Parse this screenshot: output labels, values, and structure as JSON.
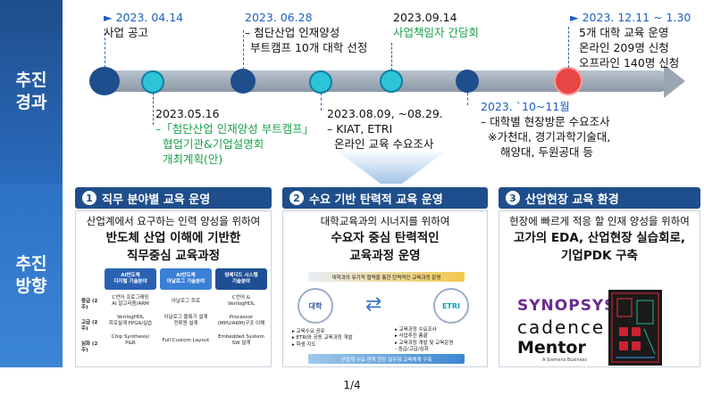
{
  "side_labels": {
    "top": [
      "추진",
      "경과"
    ],
    "bottom": [
      "추진",
      "방향"
    ]
  },
  "timeline": {
    "events_above": [
      {
        "date": "► 2023. 04.14",
        "lines": [
          "사업 공고"
        ]
      },
      {
        "date": "2023. 06.28",
        "lines": [
          "– 첨단산업 인재양성",
          "  부트캠프 10개 대학 선정"
        ]
      },
      {
        "date": "2023.09.14",
        "lines": [
          "사업책임자 간담회"
        ]
      },
      {
        "date": "► 2023. 12.11 ~ 1.30",
        "lines": [
          "5개 대학 교육 운영",
          "온라인 209명 신청",
          "오프라인 140명 신청"
        ]
      }
    ],
    "events_below": [
      {
        "date": "2023.05.16",
        "lines": [
          "–「첨단산업 인재양성 부트캠프」",
          "  협업기관&기업설명회",
          "  개최계획(안)"
        ]
      },
      {
        "date": "2023.08.09, ~08.29.",
        "lines": [
          "– KIAT, ETRI",
          "  온라인 교육 수요조사"
        ]
      },
      {
        "date": "2023. `10~11월",
        "lines": [
          "– 대학별 현장방문 수요조사",
          "  ※가천대, 경기과학기술대,",
          "    해양대, 두원공대 등"
        ]
      }
    ]
  },
  "panels": [
    {
      "num": "1",
      "title": "직무 분야별 교육 운영",
      "sub": "산업계에서 요구하는 인력 양성을 위하여",
      "main": [
        "반도체 산업 이해에 기반한",
        "직무중심 교육과정"
      ],
      "table": {
        "headers": [
          "AI반도체\n디지털 기술분야",
          "AI반도체\n아날로그 기술분야",
          "임베디드 시스템\n기술분야"
        ],
        "rows": [
          {
            "label": "중급 (2주)",
            "cells": [
              "C언어 프로그래밍\nAI 알고리즘/ARM",
              "아날로그 회로",
              "C언어 &\nVerilogHDL"
            ]
          },
          {
            "label": "고급 (2주)",
            "cells": [
              "VerilogHDL\n회로설계 FPGA/실습",
              "아날로그 블록기 설계\n전류원 설계",
              "Processor\n(MPU/ARM)구조 이해"
            ]
          },
          {
            "label": "심화 (2주)",
            "cells": [
              "Chip Synthesis/\nP&R",
              "Full Custom Layout",
              "Embedded System\nSW 설계"
            ]
          }
        ]
      }
    },
    {
      "num": "2",
      "title": "수요 기반 탄력적 교육 운영",
      "sub": "대학교육과의 시너지를 위하여",
      "main": [
        "수요자 중심 탄력적인",
        "교육과정 운영"
      ],
      "diagram": {
        "top_banner": "대학과의 유기적 협력을 통한 탄력적인 교육과정 운영",
        "left_circle": "대학",
        "right_circle": "ETRI",
        "left_items": [
          "▸ 교육수요 공유",
          "▸ ETRI와 공동 교육과정 개발",
          "▸ 학생 지도"
        ],
        "right_items": [
          "▸ 교육과정 수요조사",
          "▸ 사업추진 총괄",
          "▸ 교육과정 개발 및 교육운영",
          "  - 중급/고급/심화"
        ],
        "bottom_banner": "산업계 수요 연계 현장 실무형 교육체계 구축"
      }
    },
    {
      "num": "3",
      "title": "산업현장 교육 환경",
      "sub": "현장에 빠르게 적응 할 인재 양성을 위하여",
      "main": [
        "고가의 EDA, 산업현장 실습회로,",
        "기업PDK 구축"
      ],
      "logos": [
        "SYNOPSYS",
        "cadence",
        "Mentor",
        "A Siemens Business"
      ]
    }
  ],
  "footer": "1/4",
  "colors": {
    "navy": "#1f4e8c",
    "accent_blue": "#1c5fc4",
    "green": "#1aa04a",
    "red_dot": "#e84545",
    "cyan_dot": "#2ec4d8"
  }
}
